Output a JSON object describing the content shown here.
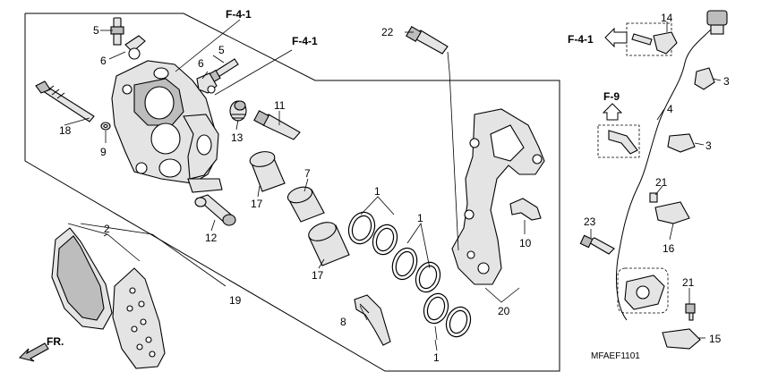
{
  "diagram": {
    "part_numbers": [
      "1",
      "2",
      "3",
      "4",
      "5",
      "6",
      "7",
      "8",
      "9",
      "10",
      "11",
      "12",
      "13",
      "14",
      "15",
      "16",
      "17",
      "18",
      "19",
      "20",
      "21",
      "22",
      "23"
    ],
    "references": [
      "F-4-1",
      "F-9"
    ],
    "diagram_code": "MFAEF1101",
    "direction_label": "FR."
  }
}
